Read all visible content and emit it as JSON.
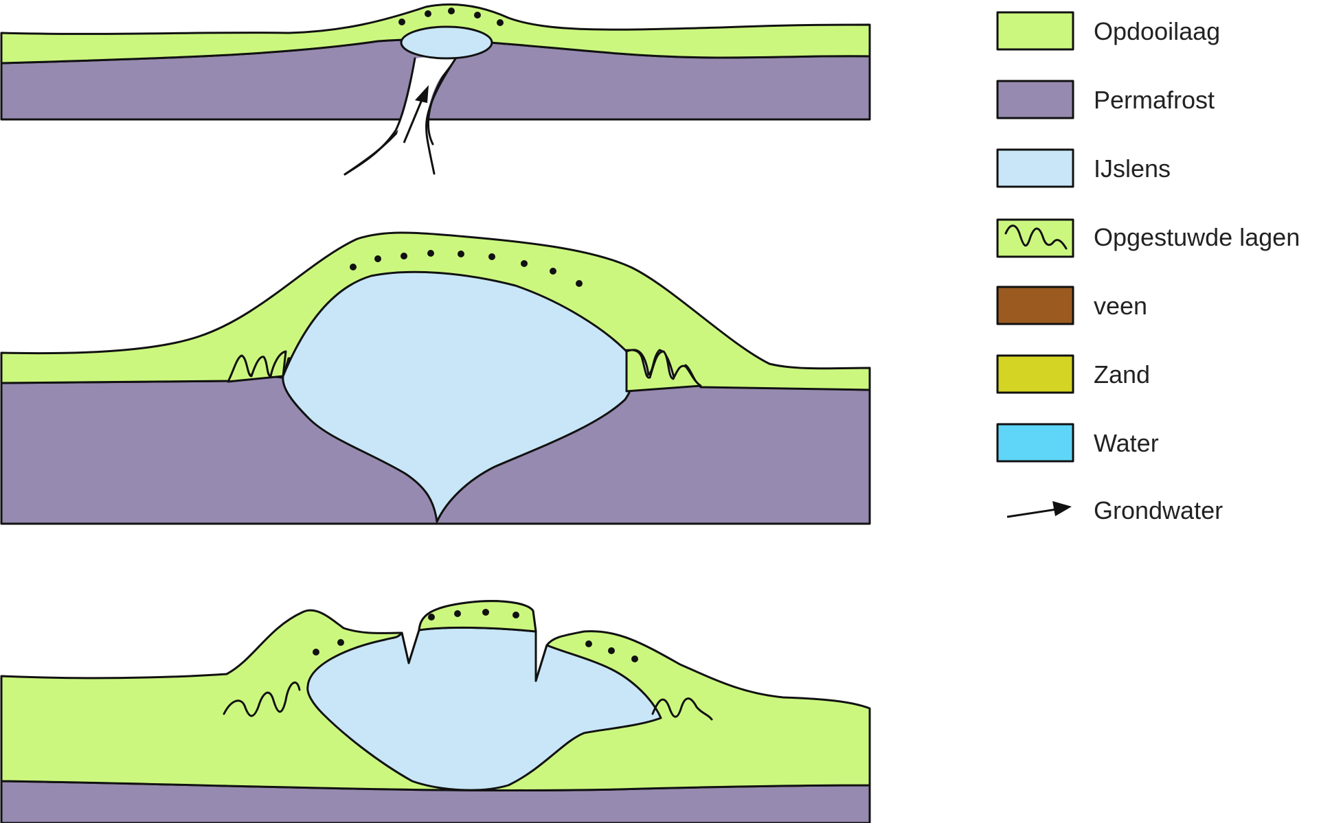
{
  "colors": {
    "opdooilaag": "#ccf77f",
    "permafrost": "#968ab0",
    "ijslens": "#c8e6f7",
    "veen": "#9a5a20",
    "zand": "#d4d424",
    "water": "#5fd5f7",
    "outline": "#111111",
    "dots": "#111111"
  },
  "diagram": {
    "stages": [
      "stage-1-initial-lens",
      "stage-2-pingo",
      "stage-3-collapsed-pingo"
    ]
  },
  "legend": {
    "items": [
      {
        "label": "Opdooilaag",
        "swatch": "opdooilaag"
      },
      {
        "label": "Permafrost",
        "swatch": "permafrost"
      },
      {
        "label": "IJslens",
        "swatch": "ijslens"
      },
      {
        "label": "Opgestuwde lagen",
        "swatch": "opdooilaag",
        "icon": "folded-layers-icon"
      },
      {
        "label": "veen",
        "swatch": "veen"
      },
      {
        "label": "Zand",
        "swatch": "zand"
      },
      {
        "label": "Water",
        "swatch": "water"
      },
      {
        "label": "Grondwater",
        "icon": "arrow-icon"
      }
    ]
  }
}
